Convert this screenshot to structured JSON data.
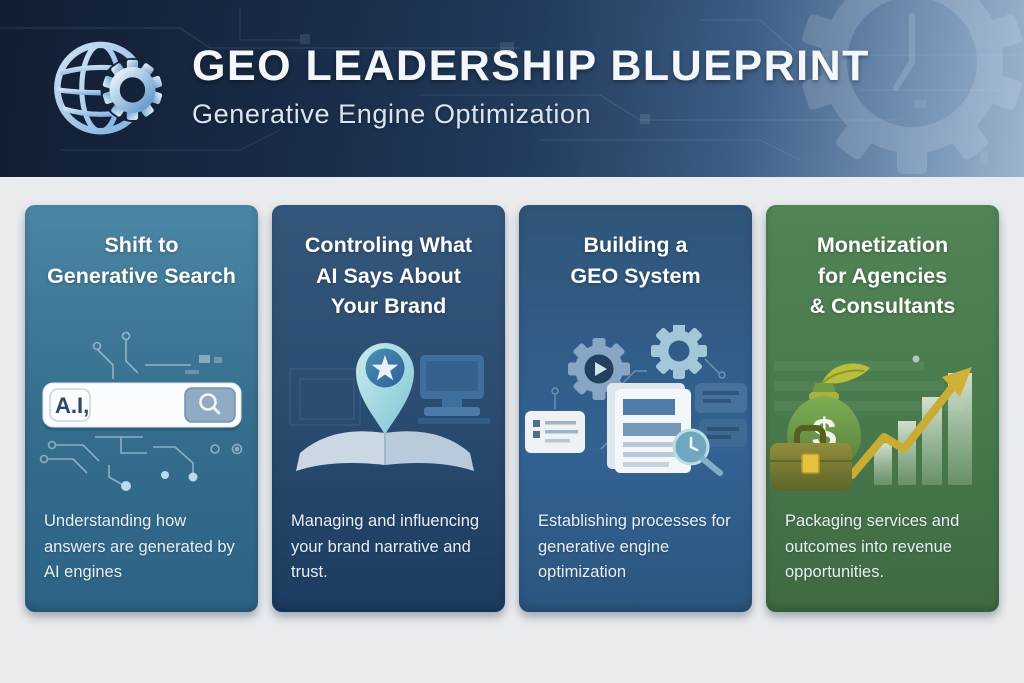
{
  "page": {
    "background": "#e9ebee"
  },
  "header": {
    "title": "GEO LEADERSHIP BLUEPRINT",
    "subtitle": "Generative Engine Optimization",
    "logo_icon": "globe-gear-icon",
    "decoration_icon": "gear-clock-icon",
    "colors": {
      "bg_left": "#121e32",
      "bg_right": "#9db4cd",
      "title": "#f3f6fa",
      "subtitle": "#dce5ef",
      "logo_blue": "#9cc4e8"
    }
  },
  "cards": [
    {
      "title_lines": [
        "Shift to",
        "Generative Search"
      ],
      "body": "Understanding how answers are generated by AI engines",
      "illustration": {
        "name": "ai-search-bar-illustration",
        "icons": [
          "search-bar",
          "magnifier-icon",
          "circuit-traces"
        ],
        "search_text": "A.I,"
      },
      "colors": {
        "top": "#4b86a4",
        "bottom": "#2d6386",
        "button": "#90aac3"
      }
    },
    {
      "title_lines": [
        "Controling What",
        "AI Says About",
        "Your Brand"
      ],
      "body": "Managing and influencing your brand narrative and trust.",
      "illustration": {
        "name": "brand-pin-illustration",
        "icons": [
          "map-pin-icon",
          "star-icon",
          "open-book",
          "monitor"
        ]
      },
      "colors": {
        "top": "#35577c",
        "bottom": "#1b3c60",
        "pin": "#a9dde2"
      }
    },
    {
      "title_lines": [
        "Building a",
        "GEO System"
      ],
      "body": "Establishing processes for generative engine optimization",
      "illustration": {
        "name": "geo-system-illustration",
        "icons": [
          "gear-play-icon",
          "gear-icon",
          "note-card",
          "document-stack",
          "chat-bubbles",
          "magnifier-clock-icon"
        ]
      },
      "colors": {
        "top": "#305578",
        "bottom": "#2b567e",
        "gear": "#86a6c4"
      }
    },
    {
      "title_lines": [
        "Monetization",
        "for Agencies",
        "& Consultants"
      ],
      "body": "Packaging services and outcomes into revenue opportunities.",
      "illustration": {
        "name": "monetization-illustration",
        "icons": [
          "money-bag-icon",
          "dollar-sign",
          "briefcase-icon",
          "bar-chart",
          "growth-arrow-icon"
        ],
        "currency_symbol": "$"
      },
      "colors": {
        "top": "#528455",
        "bottom": "#3f6a43",
        "arrow_gold": "#c9ac34",
        "bag_green": "#6f9b45"
      }
    }
  ]
}
